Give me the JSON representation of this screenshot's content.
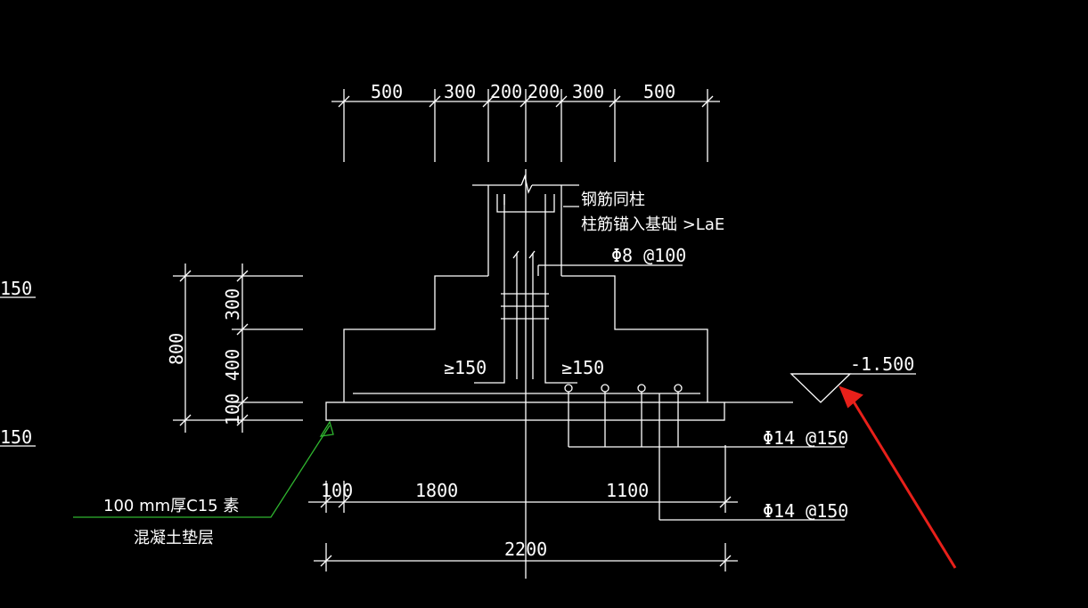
{
  "colors": {
    "background": "#000000",
    "line": "#ffffff",
    "leader": "#2fb52f",
    "arrow": "#e8201a"
  },
  "top_dims": [
    "500",
    "300",
    "200",
    "200",
    "300",
    "500"
  ],
  "left_dims": {
    "total": "800",
    "upper": "300",
    "middle": "400",
    "lower": "100"
  },
  "left_edge_marks": [
    "150",
    "150"
  ],
  "notes": {
    "rebar_line1": "钢筋同柱",
    "rebar_line2": "柱筋锚入基础 >LaE",
    "stirrup": "Φ8 @100",
    "anchor_left": "≥150",
    "anchor_right": "≥150",
    "elevation": "-1.500",
    "bar_top": "Φ14 @150",
    "bar_bottom": "Φ14 @150",
    "cushion_line1": "100 mm厚C15 素",
    "cushion_line2": "混凝土垫层"
  },
  "bottom_dims": {
    "left": "100",
    "middle": "1800",
    "right": "1100",
    "total": "2200"
  },
  "annotation_arrow": "red-pointer-arrow"
}
